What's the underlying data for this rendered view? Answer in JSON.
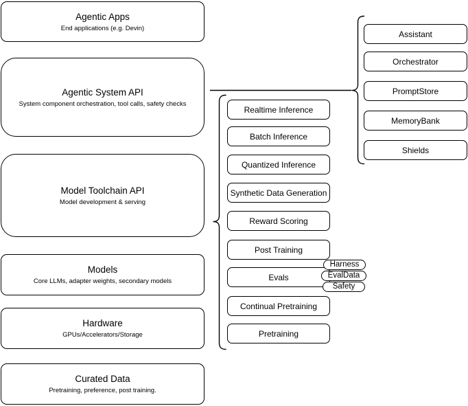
{
  "diagram": {
    "stack": [
      {
        "title": "Agentic Apps",
        "subtitle": "End applications (e.g. Devin)"
      },
      {
        "title": "Agentic System API",
        "subtitle": "System component orchestration, tool calls, safety checks"
      },
      {
        "title": "Model Toolchain API",
        "subtitle": "Model development & serving"
      },
      {
        "title": "Models",
        "subtitle": "Core LLMs, adapter weights, secondary models"
      },
      {
        "title": "Hardware",
        "subtitle": "GPUs/Accelerators/Storage"
      },
      {
        "title": "Curated Data",
        "subtitle": "Pretraining, preference, post training."
      }
    ],
    "toolchain": {
      "items": [
        "Realtime Inference",
        "Batch Inference",
        "Quantized Inference",
        "Synthetic Data Generation",
        "Reward Scoring",
        "Post Training",
        "Evals",
        "Continual Pretraining",
        "Pretraining"
      ]
    },
    "evals_tags": [
      "Harness",
      "EvalData",
      "Safety"
    ],
    "components": {
      "items": [
        "Assistant",
        "Orchestrator",
        "PromptStore",
        "MemoryBank",
        "Shields"
      ]
    },
    "colors": {
      "stroke": "#000000",
      "fill": "#ffffff",
      "background": "#ffffff"
    }
  }
}
